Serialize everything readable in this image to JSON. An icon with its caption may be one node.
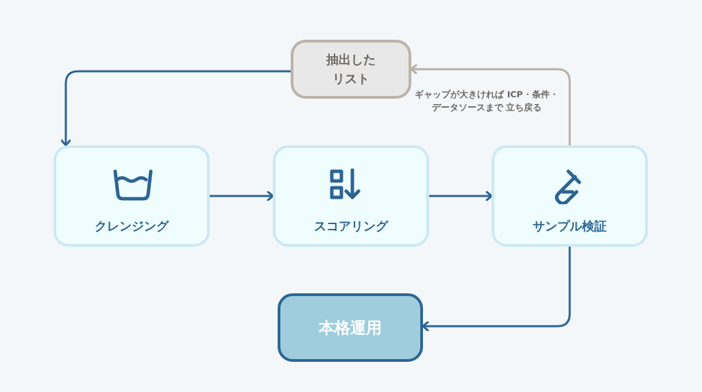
{
  "diagram": {
    "nodes": [
      {
        "text": [
          "抽出したリスト"
        ]
      },
      {
        "text": [
          "クレンジング"
        ]
      },
      {
        "text": [
          "スコアリング"
        ]
      },
      {
        "text": [
          "サンプル検証"
        ]
      },
      {
        "text": [
          "本格運用"
        ]
      }
    ],
    "edges": [
      {
        "from": 0,
        "to": 1,
        "arrow": "to"
      },
      {
        "from": 1,
        "to": 2,
        "arrow": "to"
      },
      {
        "from": 2,
        "to": 3,
        "arrow": "to"
      },
      {
        "from": 3,
        "to": 0,
        "arrow": "to",
        "label": "ギャップが大きければ ICP・条件・データソースまで 立ち戻る",
        "color": "#b9afa5"
      },
      {
        "from": 3,
        "to": 4,
        "arrow": "to"
      }
    ]
  }
}
